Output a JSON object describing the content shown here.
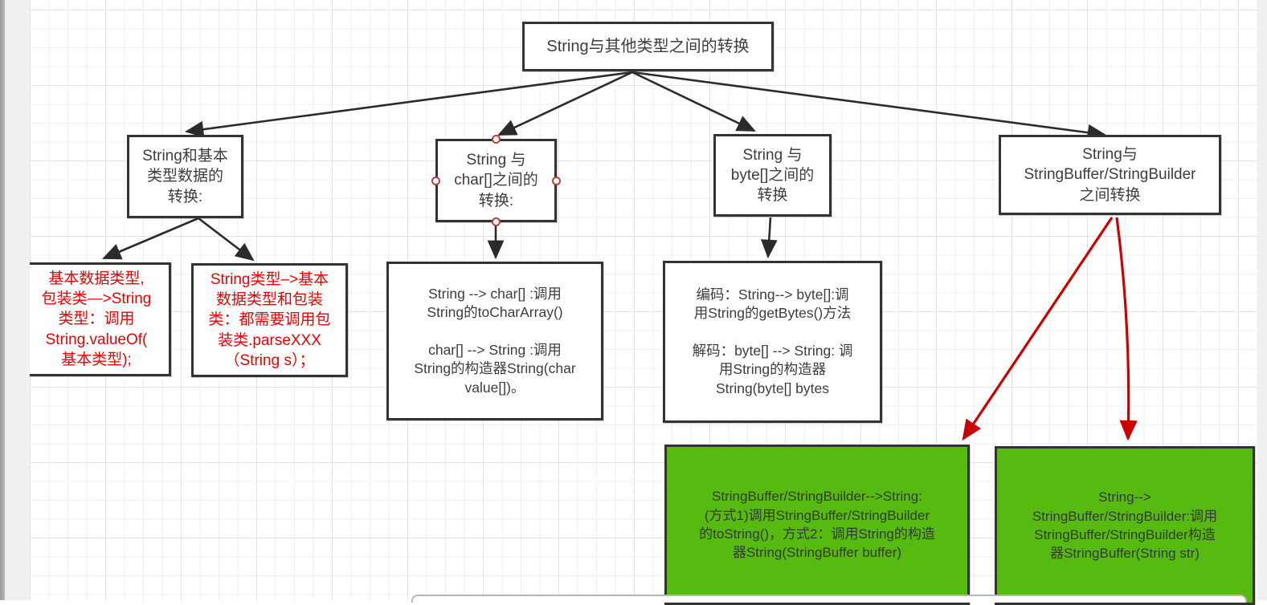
{
  "colors": {
    "node_border": "#333333",
    "node_text": "#3d3d3d",
    "red_text": "#ea0000",
    "red_arrow": "#cc0000",
    "black_arrow": "#2b2b2b",
    "green_fill": "#57ba10",
    "handle_stroke": "#b5413c",
    "grid_line": "#efeff1"
  },
  "diagram": {
    "root": {
      "label": "String与其他类型之间的转换"
    },
    "basic": {
      "label": "String和基本\n类型数据的\n转换:"
    },
    "char_node": {
      "label": "String 与\nchar[]之间的\n转换:"
    },
    "byte_node": {
      "label": "String 与\nbyte[]之间的\n转换"
    },
    "buffer_node": {
      "label": "String与\nStringBuffer/StringBuilder\n之间转换"
    },
    "basic_to_string": {
      "label": "基本数据类型,\n包装类—>String\n类型：调用\nString.valueOf(\n基本类型);"
    },
    "string_to_basic": {
      "label": "String类型–>基本\n数据类型和包装\n类：都需要调用包\n装类.parseXXX\n（String s）；"
    },
    "char_detail": {
      "label": "String --> char[] :调用\nString的toCharArray()\n\nchar[] --> String :调用\nString的构造器String(char\nvalue[])。"
    },
    "byte_detail": {
      "label": "编码：String--> byte[]:调\n用String的getBytes()方法\n\n解码：byte[] --> String: 调\n用String的构造器\nString(byte[] bytes"
    },
    "buffer_to_string": {
      "label": "StringBuffer/StringBuilder-->String:\n(方式1)调用StringBuffer/StringBuilder\n的toString()，方式2：调用String的构造\n器String(StringBuffer buffer)"
    },
    "string_to_buffer": {
      "label": "String-->\nStringBuffer/StringBuilder:调用\nStringBuffer/StringBuilder构造\n器StringBuffer(String str)"
    }
  }
}
